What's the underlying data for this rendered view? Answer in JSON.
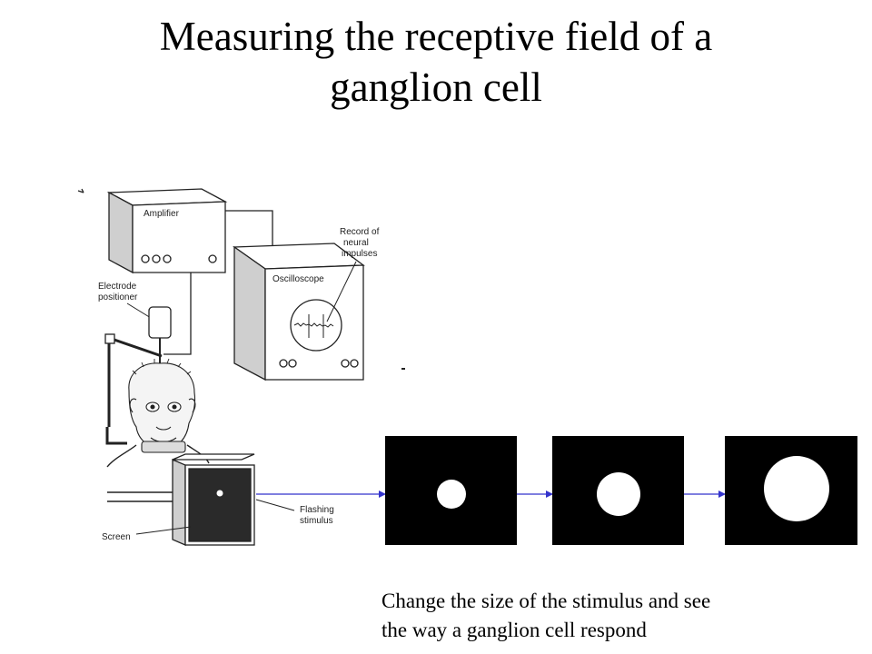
{
  "title": {
    "line1": "Measuring the receptive field of a",
    "line2": "ganglion cell"
  },
  "apparatus_labels": {
    "amplifier": "Amplifier",
    "oscilloscope": "Oscilloscope",
    "record_line1": "Record of",
    "record_line2": "neural",
    "record_line3": "impulses",
    "electrode_line1": "Electrode",
    "electrode_line2": "positioner",
    "flashing_line1": "Flashing",
    "flashing_line2": "stimulus",
    "screen": "Screen"
  },
  "stimulus_sequence": {
    "panel_count": 3,
    "spot_sizes": [
      "small",
      "medium",
      "large"
    ],
    "panel_color": "#000000",
    "spot_color": "#ffffff",
    "arrow_color": "#3333cc"
  },
  "caption": {
    "line1": "Change the size of the stimulus and see",
    "line2": "the way a ganglion cell respond"
  }
}
